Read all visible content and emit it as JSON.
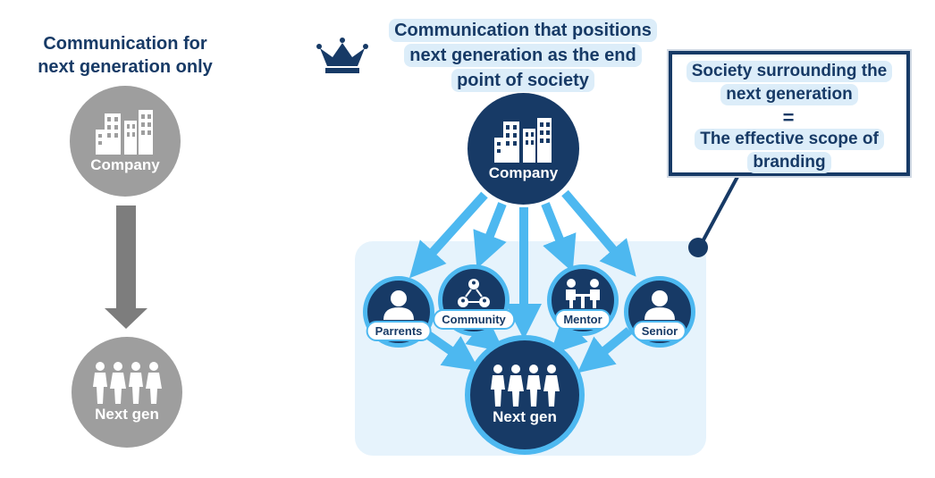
{
  "left_panel": {
    "title_line1": "Communication for",
    "title_line2": "next generation only",
    "top_node_label": "Company",
    "bottom_node_label": "Next gen"
  },
  "right_panel": {
    "title_line1": "Communication that positions",
    "title_line2": "next generation as the end",
    "title_line3": "point of society",
    "company_label": "Company",
    "next_gen_label": "Next gen",
    "intermediaries": [
      {
        "label": "Parrents",
        "icon": "person-icon"
      },
      {
        "label": "Community",
        "icon": "community-icon"
      },
      {
        "label": "Mentor",
        "icon": "mentor-icon"
      },
      {
        "label": "Senior",
        "icon": "person-icon"
      }
    ]
  },
  "callout": {
    "line1": "Society surrounding the",
    "line2": "next generation",
    "equals": "=",
    "line3": "The effective scope of",
    "line4": "branding"
  },
  "colors": {
    "navy": "#173a66",
    "sky": "#4db8f0",
    "gray": "#9e9e9e",
    "panel": "#e6f3fc",
    "highlight": "#dcedf9"
  }
}
